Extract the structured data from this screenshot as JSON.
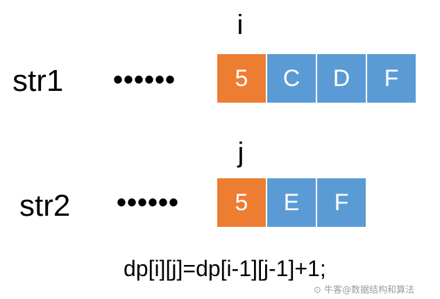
{
  "colors": {
    "highlight_cell": "#ed7d31",
    "normal_cell": "#5b9bd5",
    "cell_text": "#ffffff"
  },
  "pointers": {
    "i": "i",
    "j": "j"
  },
  "rows": [
    {
      "label": "str1",
      "ellipsis": "••••••",
      "cells": [
        {
          "text": "5",
          "highlight": true
        },
        {
          "text": "C",
          "highlight": false
        },
        {
          "text": "D",
          "highlight": false
        },
        {
          "text": "F",
          "highlight": false
        }
      ]
    },
    {
      "label": "str2",
      "ellipsis": "••••••",
      "cells": [
        {
          "text": "5",
          "highlight": true
        },
        {
          "text": "E",
          "highlight": false
        },
        {
          "text": "F",
          "highlight": false
        }
      ]
    }
  ],
  "formula": "dp[i][j]=dp[i-1][j-1]+1;",
  "watermark": "牛客@数据结构和算法"
}
